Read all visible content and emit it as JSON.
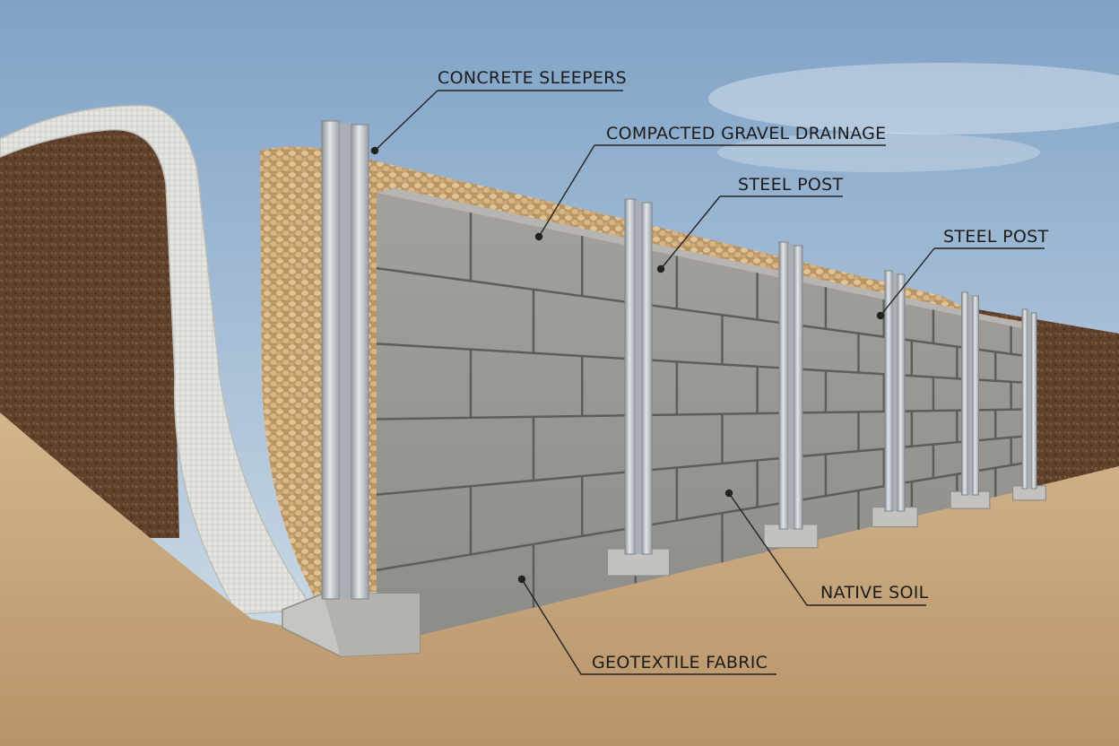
{
  "callouts": {
    "concrete_sleepers": "CONCRETE SLEEPERS",
    "gravel_drainage": "COMPACTED GRAVEL DRAINAGE",
    "steel_post_1": "STEEL POST",
    "steel_post_2": "STEEL POST",
    "native_soil": "NATIVE SOIL",
    "geotextile_fabric": "GEOTEXTILE FABRIC"
  },
  "colors": {
    "sky_top": "#7fa2c6",
    "sky_bottom": "#d7e2ea",
    "soil": "#6a4a33",
    "gravel": "#cfae7f",
    "geotextile": "#e6e6e3",
    "block": "#9a9894",
    "block_line": "#5f5d59",
    "steel": "#b9bfc4",
    "sand": "#c9a97e",
    "leader": "#222222"
  }
}
